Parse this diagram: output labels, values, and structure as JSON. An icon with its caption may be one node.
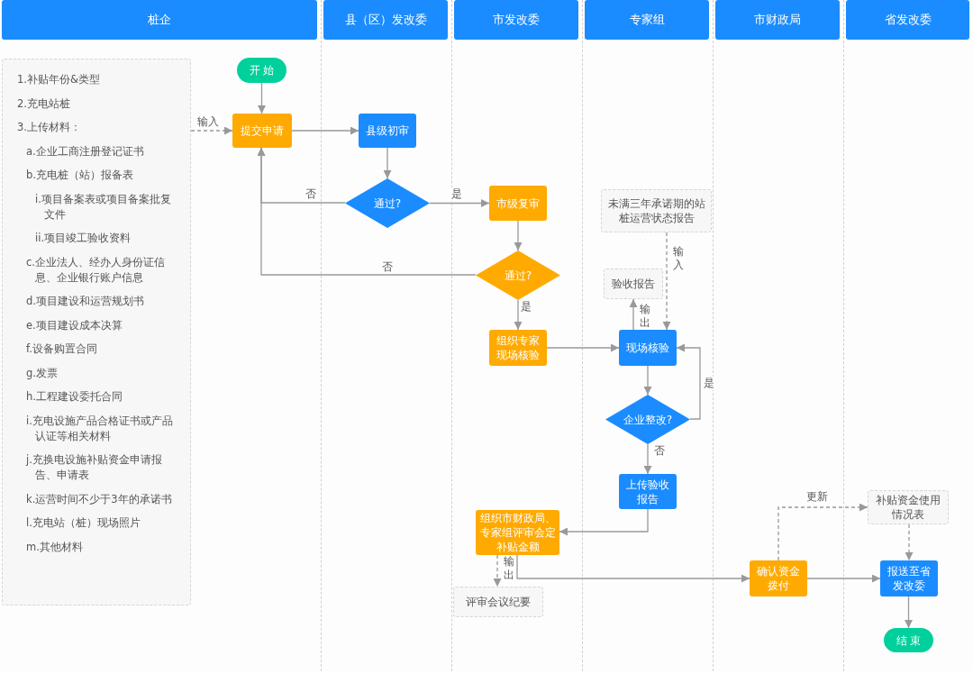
{
  "diagram": {
    "nodes": [
      {
        "text": [
          "桩企"
        ]
      },
      {
        "text": [
          "1.补贴年份&类型",
          "2.充电站桩",
          "3.上传材料：",
          "a.企业工商注册登记证书",
          "b.充电桩（站）报备表",
          "i.项目备案表或项目备案批复文件",
          "ii.项目竣工验收资料",
          "c.企业法人、经办人身份证信息、企业银行账户信息",
          "d.项目建设和运营规划书",
          "e.项目建设成本决算",
          "f.设备购置合同",
          "g.发票",
          "h.工程建设委托合同",
          "i.充电设施产品合格证书或产品认证等相关材料",
          "j.充换电设施补贴资金申请报告、申请表",
          "k.运营时间不少于3年的承诺书",
          "l.充电站（桩）现场照片",
          "m.其他材料"
        ],
        "in": 0
      },
      {
        "text": [
          "开 始"
        ],
        "in": 0
      },
      {
        "text": [
          "提交申请"
        ],
        "in": 0
      },
      {
        "text": [
          "县（区）发改委"
        ]
      },
      {
        "text": [
          "县级初审"
        ],
        "in": 4
      },
      {
        "text": [
          "通过?"
        ],
        "in": 4
      },
      {
        "text": [
          "市发改委"
        ]
      },
      {
        "text": [
          "市级复审"
        ],
        "in": 7
      },
      {
        "text": [
          "通过?"
        ],
        "in": 7
      },
      {
        "text": [
          "组织专家现场核验"
        ],
        "in": 7
      },
      {
        "text": [
          "组织市财政局、专家组评审会定补贴金额"
        ],
        "in": 7
      },
      {
        "text": [
          "评审会议纪要"
        ],
        "in": 7
      },
      {
        "text": [
          "专家组"
        ]
      },
      {
        "text": [
          "未满三年承诺期的站桩运营状态报告"
        ],
        "in": 13
      },
      {
        "text": [
          "验收报告"
        ],
        "in": 13
      },
      {
        "text": [
          "现场核验"
        ],
        "in": 13
      },
      {
        "text": [
          "企业整改?"
        ],
        "in": 13
      },
      {
        "text": [
          "上传验收报告"
        ],
        "in": 13
      },
      {
        "text": [
          "市财政局"
        ]
      },
      {
        "text": [
          "确认资金拨付"
        ],
        "in": 19
      },
      {
        "text": [
          "省发改委"
        ]
      },
      {
        "text": [
          "补贴资金使用情况表"
        ],
        "in": 21
      },
      {
        "text": [
          "报送至省发改委"
        ],
        "in": 21
      },
      {
        "text": [
          "结 束"
        ],
        "in": 21
      }
    ],
    "edges": [
      {
        "from": 1,
        "to": 3,
        "arrow": "to",
        "label": "输入",
        "style": "dashed"
      },
      {
        "from": 2,
        "to": 3,
        "arrow": "to"
      },
      {
        "from": 3,
        "to": 5,
        "arrow": "to"
      },
      {
        "from": 5,
        "to": 6,
        "arrow": "to"
      },
      {
        "from": 6,
        "to": 3,
        "arrow": "to",
        "label": "否"
      },
      {
        "from": 6,
        "to": 8,
        "arrow": "to",
        "label": "是"
      },
      {
        "from": 8,
        "to": 9,
        "arrow": "to"
      },
      {
        "from": 9,
        "to": 3,
        "arrow": "to",
        "label": "否"
      },
      {
        "from": 9,
        "to": 10,
        "arrow": "to",
        "label": "是"
      },
      {
        "from": 10,
        "to": 16,
        "arrow": "to"
      },
      {
        "from": 14,
        "to": 16,
        "arrow": "to",
        "label": "输入",
        "style": "dashed"
      },
      {
        "from": 16,
        "to": 15,
        "arrow": "to",
        "label": "输出"
      },
      {
        "from": 16,
        "to": 17,
        "arrow": "to"
      },
      {
        "from": 17,
        "to": 16,
        "arrow": "to",
        "label": "是"
      },
      {
        "from": 17,
        "to": 18,
        "arrow": "to",
        "label": "否"
      },
      {
        "from": 18,
        "to": 11,
        "arrow": "to"
      },
      {
        "from": 11,
        "to": 12,
        "arrow": "to",
        "label": "输出",
        "style": "dashed"
      },
      {
        "from": 11,
        "to": 20,
        "arrow": "to"
      },
      {
        "from": 20,
        "to": 22,
        "arrow": "to",
        "label": "更新",
        "style": "dashed"
      },
      {
        "from": 20,
        "to": 23,
        "arrow": "to"
      },
      {
        "from": 22,
        "to": 23,
        "arrow": "to",
        "style": "dashed"
      },
      {
        "from": 23,
        "to": 24,
        "arrow": "to"
      }
    ]
  }
}
